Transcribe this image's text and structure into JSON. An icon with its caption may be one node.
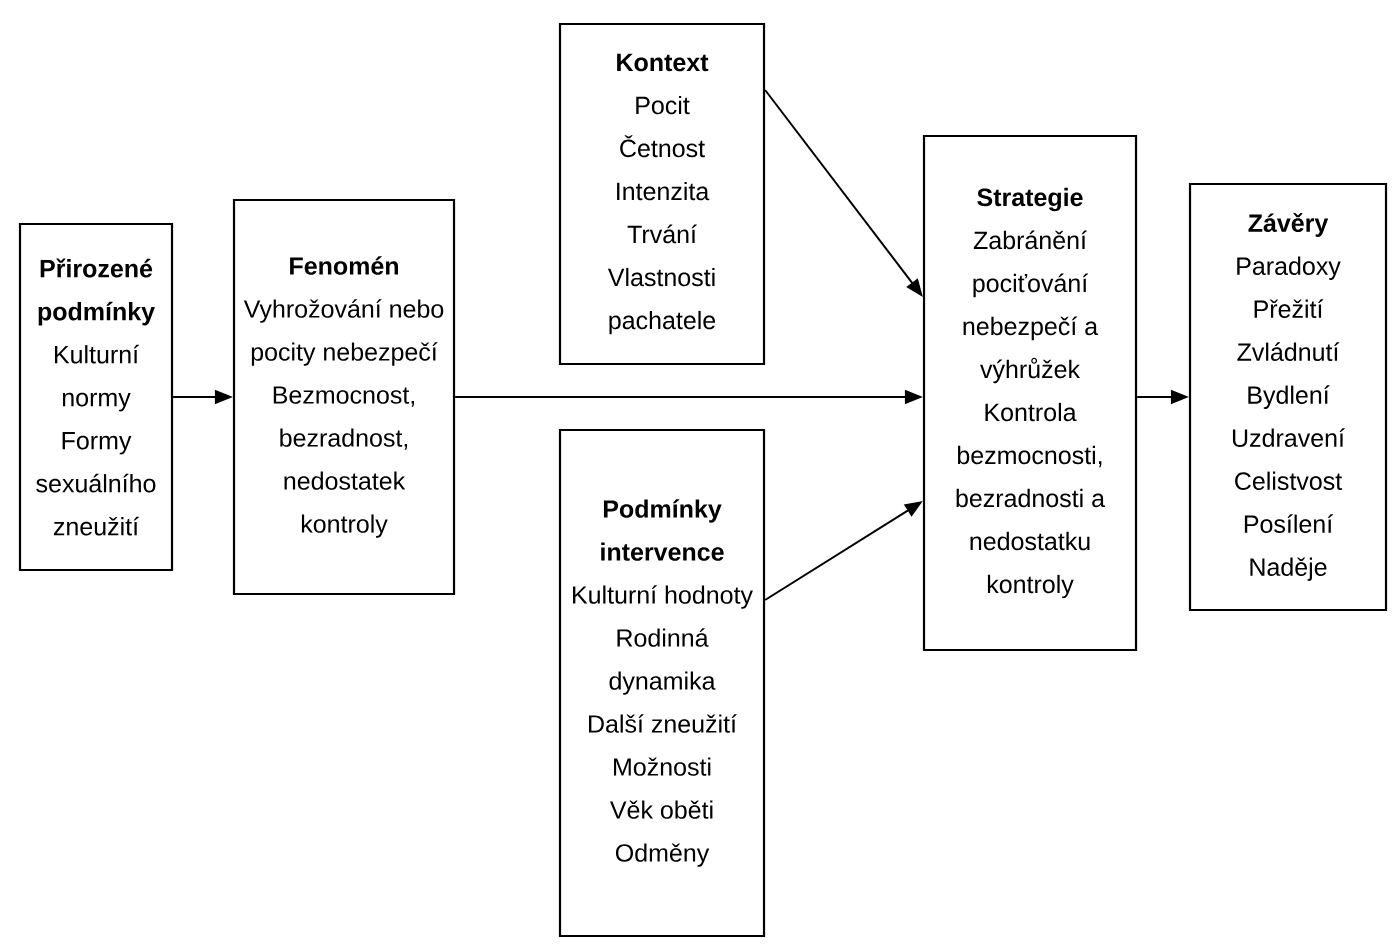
{
  "diagram": {
    "nodes": [
      {
        "text": [
          "Přirozené podmínky",
          "Kulturní normy",
          "Formy sexuálního zneužití"
        ]
      },
      {
        "text": [
          "Fenomén",
          "Vyhrožování nebo pocity nebezpečí",
          "Bezmocnost, bezradnost, nedostatek kontroly"
        ]
      },
      {
        "text": [
          "Kontext",
          "Pocit",
          "Četnost",
          "Intenzita",
          "Trvání",
          "Vlastnosti pachatele"
        ]
      },
      {
        "text": [
          "Podmínky intervence",
          "Kulturní hodnoty",
          "Rodinná dynamika",
          "Další zneužití",
          "Možnosti",
          "Věk oběti",
          "Odměny"
        ]
      },
      {
        "text": [
          "Strategie",
          "Zabránění pociťování nebezpečí a výhrůžek",
          "Kontrola bezmocnosti, bezradnosti a nedostatku kontroly"
        ]
      },
      {
        "text": [
          "Závěry",
          "Paradoxy",
          "Přežití",
          "Zvládnutí",
          "Bydlení",
          "Uzdravení",
          "Celistvost",
          "Posílení",
          "Naděje"
        ]
      }
    ],
    "edges": [
      {
        "from": 0,
        "to": 1,
        "arrow": "to"
      },
      {
        "from": 1,
        "to": 4,
        "arrow": "to"
      },
      {
        "from": 2,
        "to": 4,
        "arrow": "to"
      },
      {
        "from": 3,
        "to": 4,
        "arrow": "to"
      },
      {
        "from": 4,
        "to": 5,
        "arrow": "to"
      }
    ]
  }
}
